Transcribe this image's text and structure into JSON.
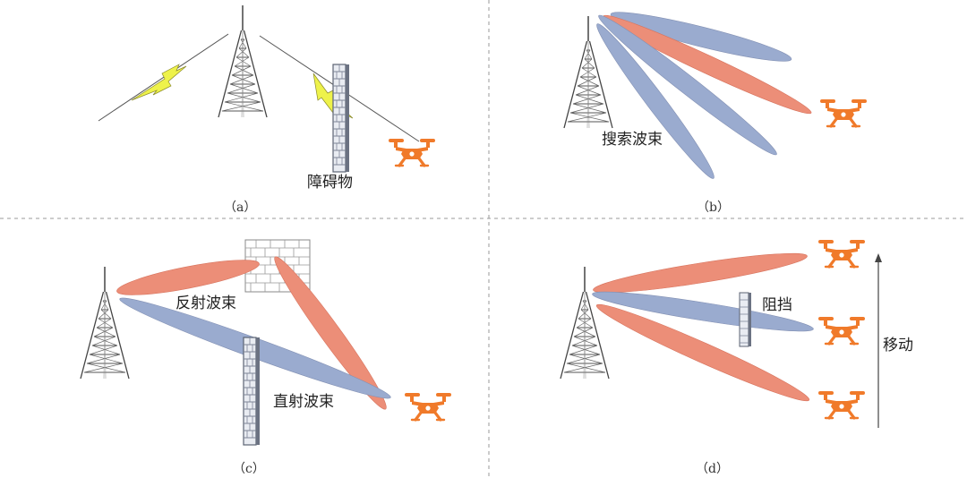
{
  "panels": {
    "a": {
      "caption": "（a）",
      "obstacle_label": "障碍物"
    },
    "b": {
      "caption": "（b）",
      "beam_label": "搜索波束"
    },
    "c": {
      "caption": "（c）",
      "reflect_label": "反射波束",
      "direct_label": "直射波束"
    },
    "d": {
      "caption": "（d）",
      "block_label": "阻挡",
      "move_label": "移动"
    }
  },
  "colors": {
    "beam_blue": "#9aabcf",
    "beam_red": "#ec8e78",
    "drone": "#f07a2a",
    "lightning": "#eef24a",
    "tower": "#444444",
    "wall": "#8e96a6"
  }
}
